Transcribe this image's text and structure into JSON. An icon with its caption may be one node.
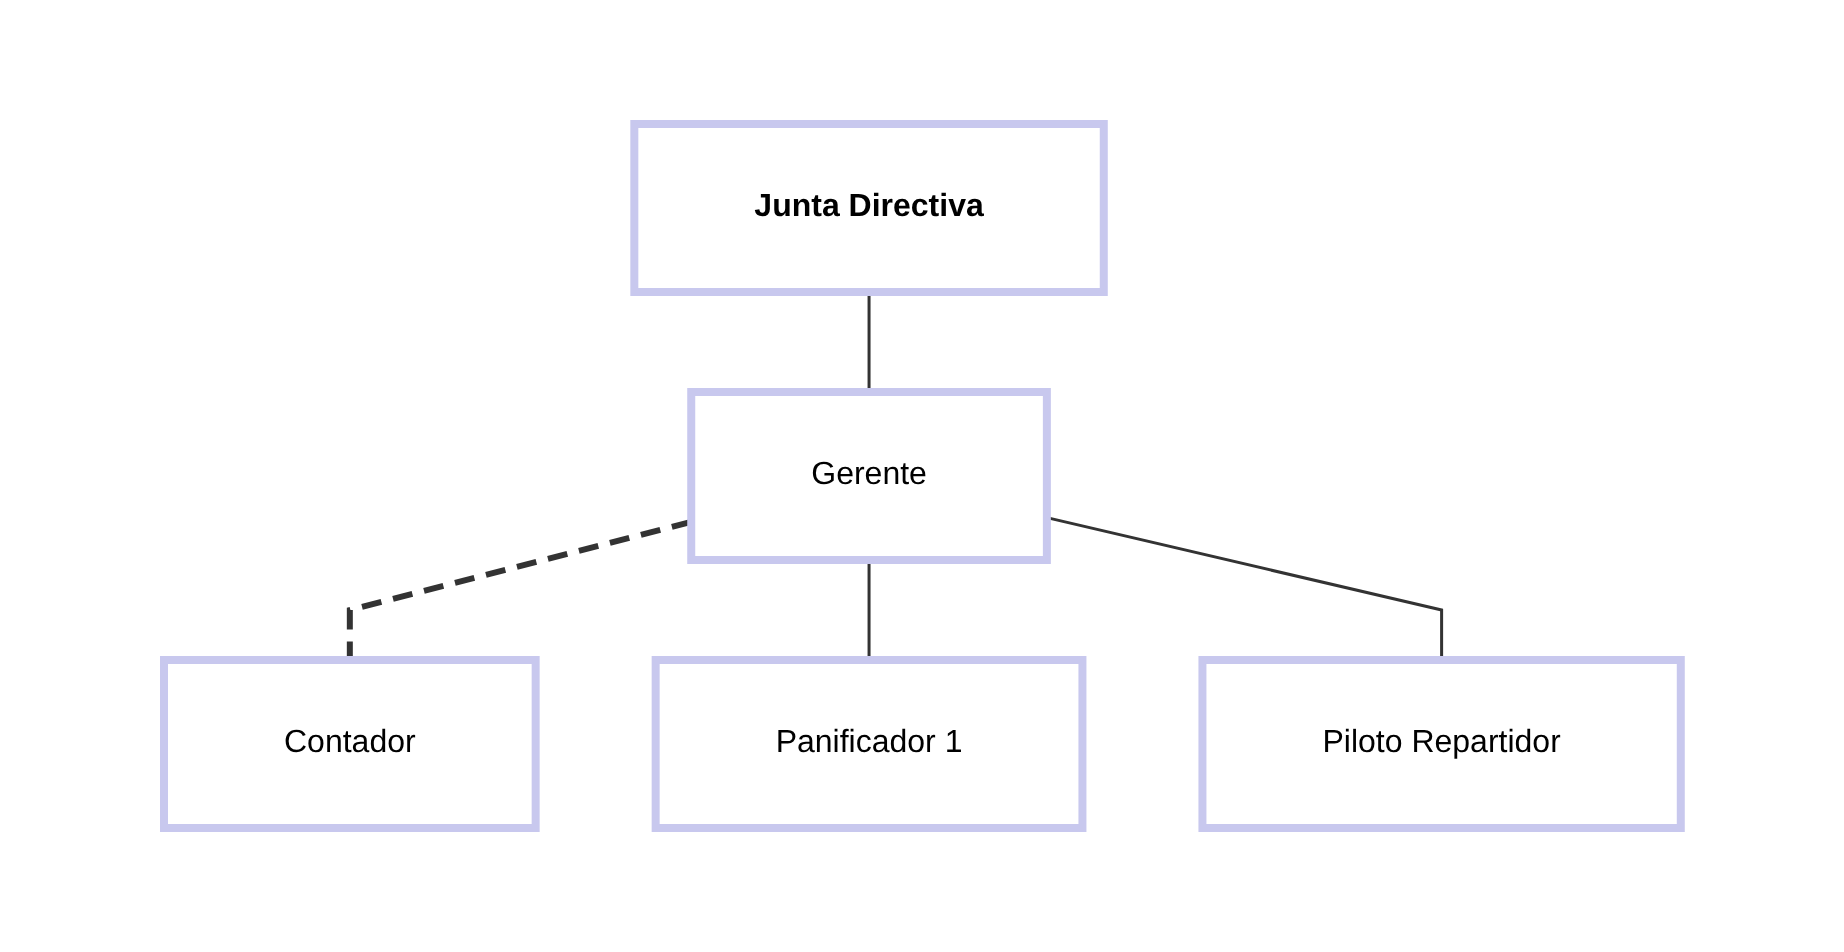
{
  "diagram": {
    "nodes": [
      {
        "text": [
          "Junta Directiva"
        ]
      },
      {
        "text": [
          "Gerente"
        ]
      },
      {
        "text": [
          "Contador"
        ]
      },
      {
        "text": [
          "Panificador 1"
        ]
      },
      {
        "text": [
          "Piloto Repartidor"
        ]
      }
    ],
    "edges": [
      {
        "from": 0,
        "to": 1,
        "arrow": "none"
      },
      {
        "from": 1,
        "to": 2,
        "arrow": "none",
        "style": "dashed"
      },
      {
        "from": 1,
        "to": 3,
        "arrow": "none"
      },
      {
        "from": 1,
        "to": 4,
        "arrow": "none"
      }
    ]
  }
}
